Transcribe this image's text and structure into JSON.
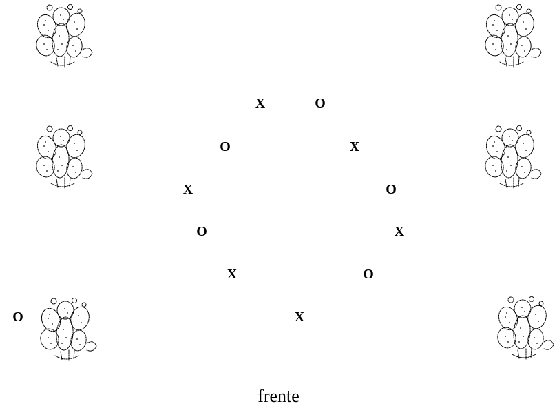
{
  "diagram": {
    "icon": "prickly-pear-cactus-icon",
    "markers": [
      {
        "label": "X"
      },
      {
        "label": "O"
      },
      {
        "label": "O"
      },
      {
        "label": "X"
      },
      {
        "label": "X"
      },
      {
        "label": "O"
      },
      {
        "label": "O"
      },
      {
        "label": "X"
      },
      {
        "label": "X"
      },
      {
        "label": "O"
      },
      {
        "label": "X"
      },
      {
        "label": "O"
      }
    ],
    "caption": "frente",
    "colors": {
      "ink": "#000000",
      "background": "#ffffff"
    }
  }
}
